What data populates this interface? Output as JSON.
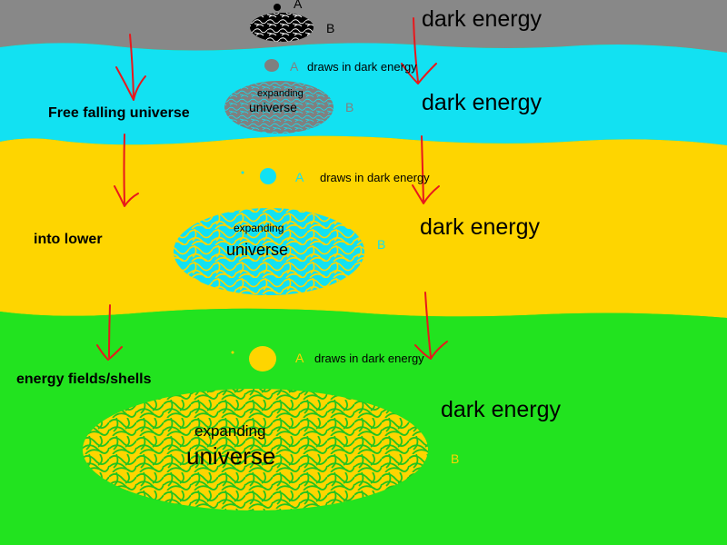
{
  "colors": {
    "band_gray": "#888888",
    "band_cyan": "#12e1f2",
    "band_yellow": "#fed500",
    "band_green": "#22e31f",
    "arrow": "#e8181c",
    "black": "#000000",
    "gray_dot": "#7f7f7f"
  },
  "bands": [
    {
      "name": "gray",
      "color": "#888888"
    },
    {
      "name": "cyan",
      "color": "#12e1f2"
    },
    {
      "name": "yellow",
      "color": "#fed500"
    },
    {
      "name": "green",
      "color": "#22e31f"
    }
  ],
  "labels": {
    "dark_energy": [
      "dark energy",
      "dark energy",
      "dark energy",
      "dark energy"
    ],
    "draws_in": [
      "draws in dark energy",
      "draws in dark energy",
      "draws in dark energy"
    ],
    "a_marks": [
      "A",
      "A",
      "A",
      "A"
    ],
    "b_marks": [
      "B",
      "B",
      "B",
      "B"
    ],
    "expanding": [
      "expanding",
      "expanding",
      "expanding"
    ],
    "universe": [
      "universe",
      "universe",
      "universe"
    ],
    "side_notes": [
      "Free falling universe",
      "into lower",
      "energy fields/shells"
    ]
  }
}
